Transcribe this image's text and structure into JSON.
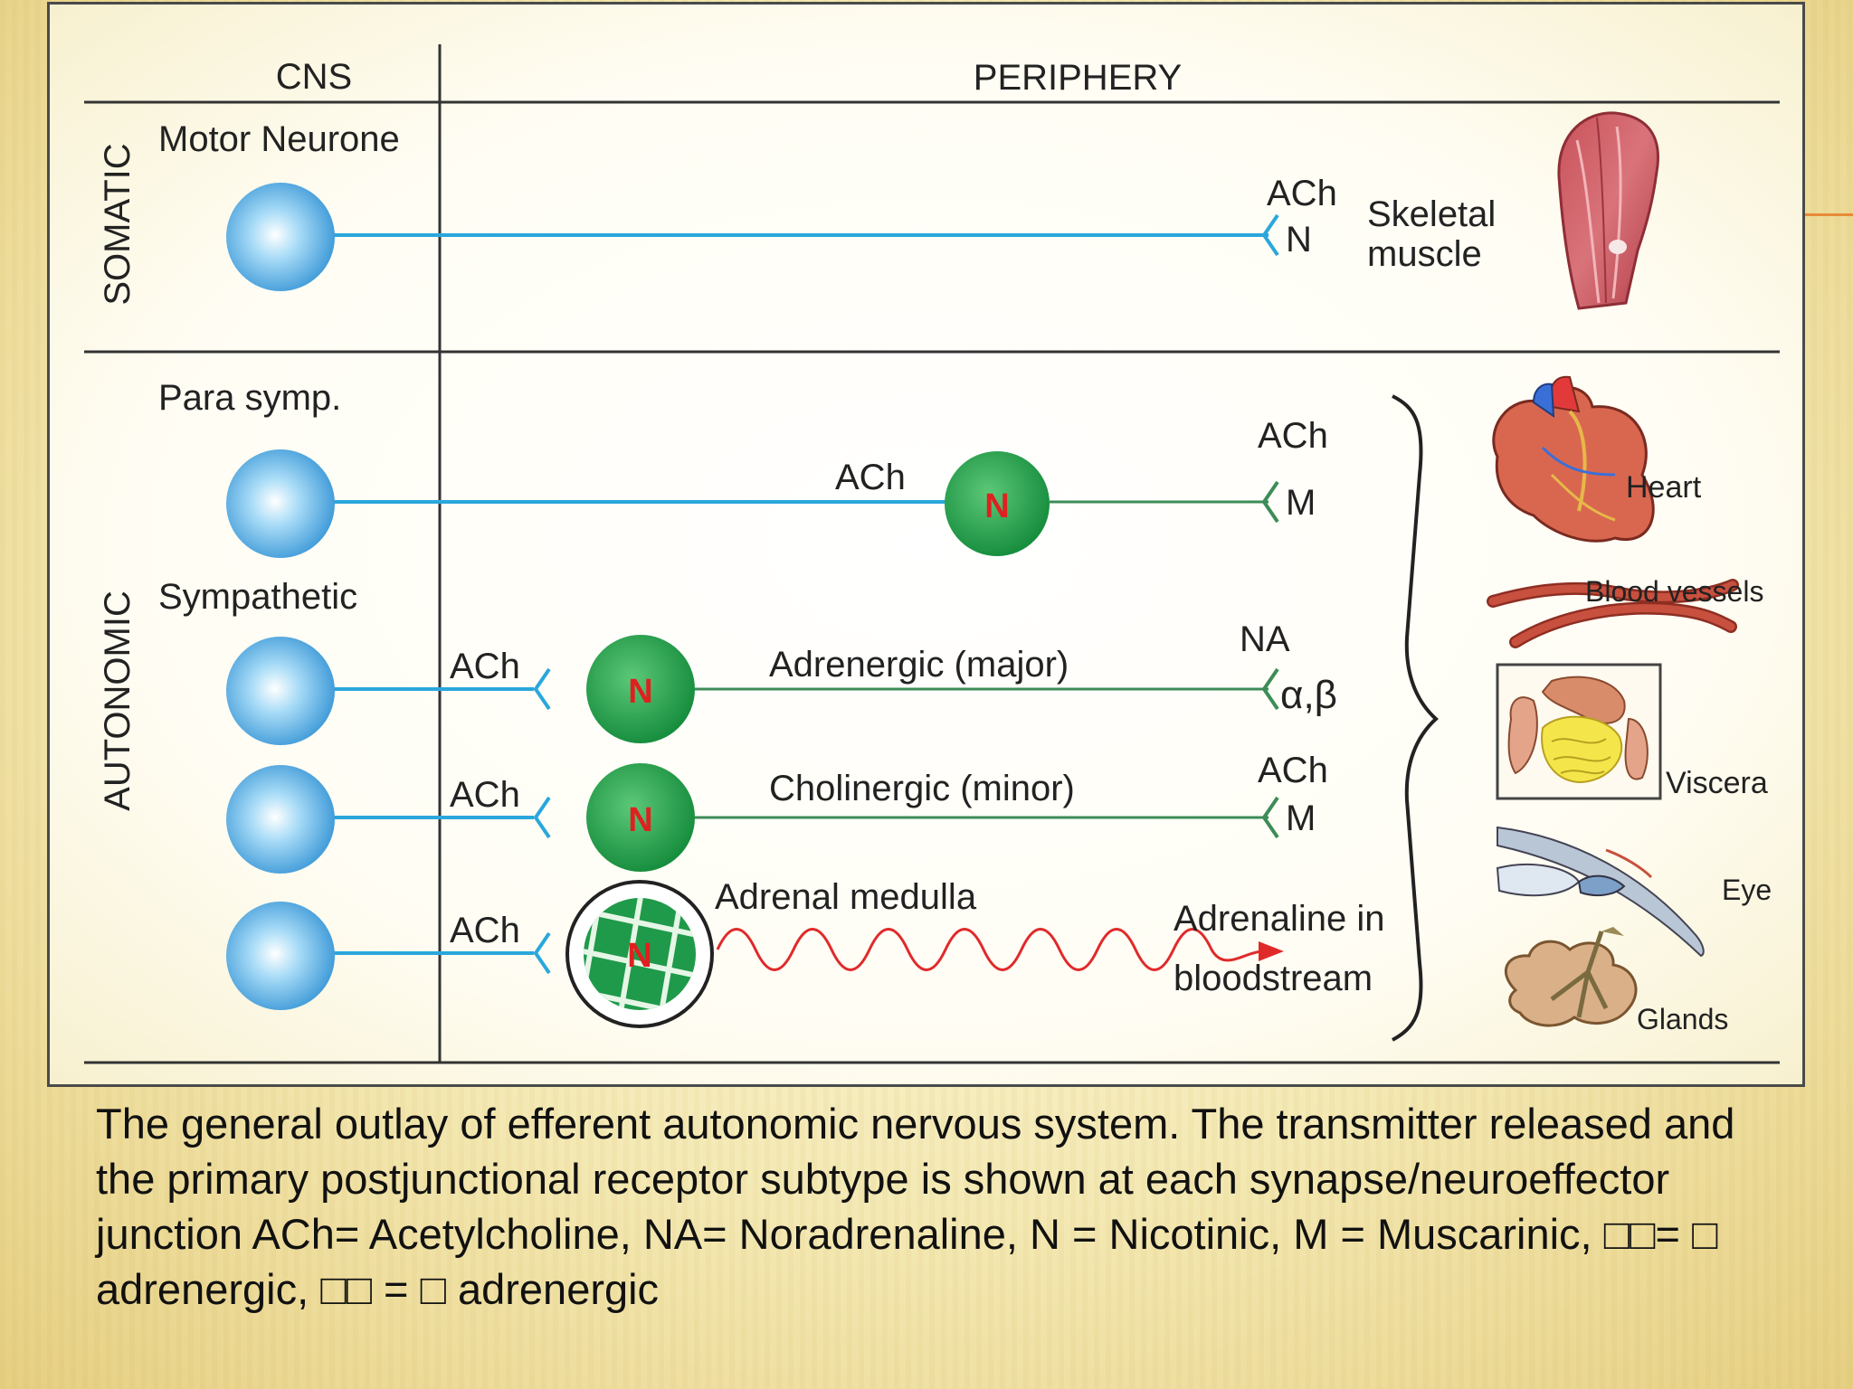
{
  "header": {
    "cns": "CNS",
    "periphery": "PERIPHERY"
  },
  "sections": {
    "somatic": "SOMATIC",
    "autonomic": "AUTONOMIC"
  },
  "neuron_labels": {
    "motor": "Motor Neurone",
    "parasymp": "Para symp.",
    "sympathetic": "Sympathetic"
  },
  "ganglion_letter": "N",
  "transmitters": {
    "ach": "ACh",
    "na": "NA",
    "receptor_n": "N",
    "receptor_m": "M",
    "receptor_ab": "α,β"
  },
  "pathways": {
    "adrenergic": "Adrenergic (major)",
    "cholinergic": "Cholinergic (minor)",
    "adrenal_medulla": "Adrenal medulla",
    "adrenaline_1": "Adrenaline in",
    "adrenaline_2": "bloodstream"
  },
  "organs": {
    "skeletal_1": "Skeletal",
    "skeletal_2": "muscle",
    "heart": "Heart",
    "vessels": "Blood vessels",
    "viscera": "Viscera",
    "eye": "Eye",
    "glands": "Glands"
  },
  "caption": "The general outlay of efferent autonomic nervous system. The transmitter released and the primary postjunctional receptor subtype is shown at each synapse/neuroeffector junction ACh= Acetylcholine, NA= Noradrenaline, N = Nicotinic, M = Muscarinic, □□= □ adrenergic, □□ = □ adrenergic",
  "colors": {
    "neuron_blue": "#3aa3e0",
    "axon_blue": "#2aa7dc",
    "ganglion_green": "#1f9a4a",
    "post_green": "#3c8c57",
    "letter_red": "#e02020",
    "adrenaline_red": "#e02a2a"
  }
}
